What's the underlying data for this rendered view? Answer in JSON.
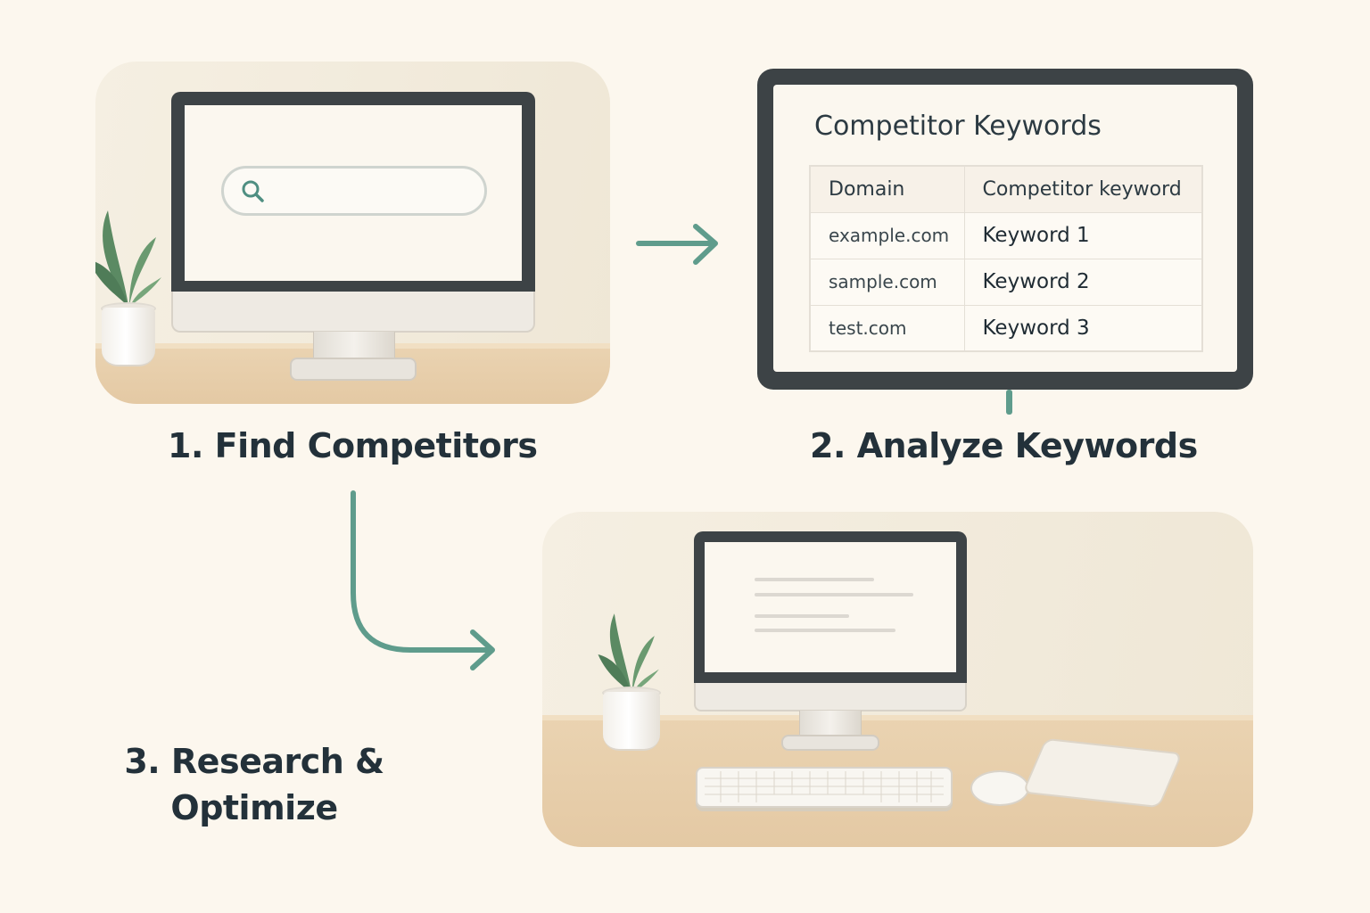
{
  "steps": [
    {
      "label": "1. Find Competitors"
    },
    {
      "label": "2. Analyze Keywords"
    },
    {
      "label_line1": "3. Research &",
      "label_line2": "Optimize"
    }
  ],
  "keyword_panel": {
    "title": "Competitor Keywords",
    "columns": [
      "Domain",
      "Competitor keyword"
    ],
    "rows": [
      {
        "domain": "example.com",
        "keyword": "Keyword 1"
      },
      {
        "domain": "sample.com",
        "keyword": "Keyword 2"
      },
      {
        "domain": "test.com",
        "keyword": "Keyword 3"
      }
    ]
  },
  "icons": {
    "search": "search-icon",
    "arrow": "arrow-right-icon"
  },
  "colors": {
    "background": "#fcf7ee",
    "accent_teal": "#5f9c8c",
    "text_dark": "#23313a",
    "bezel": "#3d4346",
    "desk": "#e6cca8",
    "leaf": "#5e8a66"
  }
}
